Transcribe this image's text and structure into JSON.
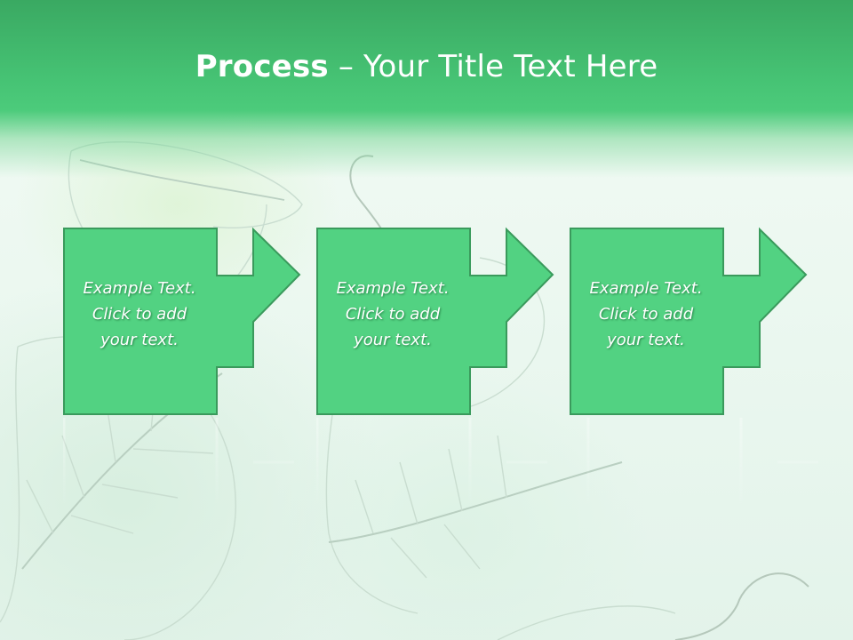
{
  "slide": {
    "title_bold": "Process",
    "title_rest": " – Your Title Text Here",
    "steps": [
      {
        "line1": "Example Text.",
        "line2": "Click  to add",
        "line3": "your text."
      },
      {
        "line1": "Example Text.",
        "line2": "Click  to add",
        "line3": "your text."
      },
      {
        "line1": "Example Text.",
        "line2": "Click  to add",
        "line3": "your text."
      }
    ]
  },
  "colors": {
    "header_green": "#46c374",
    "box_fill": "#52d282",
    "box_border": "#3a9a5c",
    "background": "#eef8f1"
  }
}
